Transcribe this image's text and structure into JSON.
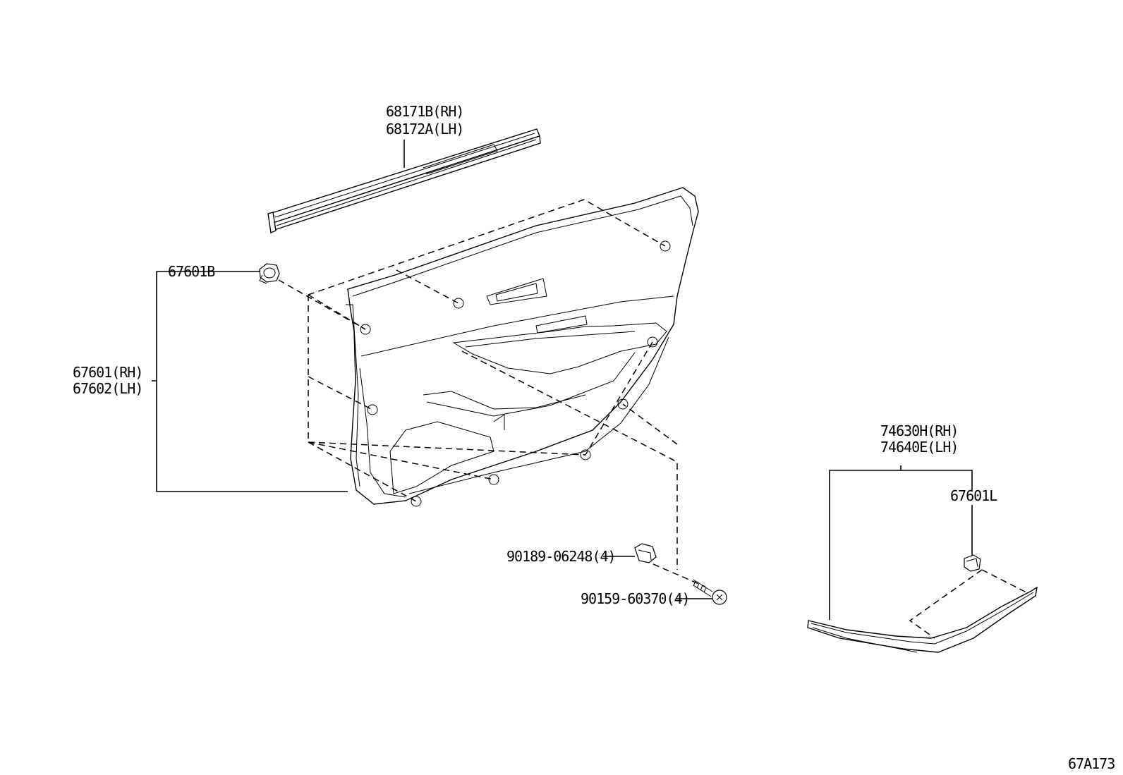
{
  "labels": {
    "beltline_rh": "68171B(RH)",
    "beltline_lh": "68172A(LH)",
    "clip_b": "67601B",
    "panel_rh": "67601(RH)",
    "panel_lh": "67602(LH)",
    "armrest_rh": "74630H(RH)",
    "armrest_lh": "74640E(LH)",
    "clip_l": "67601L",
    "clip_90189": "90189-06248(4)",
    "screw_90159": "90159-60370(4)",
    "diagram_code": "67A173"
  }
}
